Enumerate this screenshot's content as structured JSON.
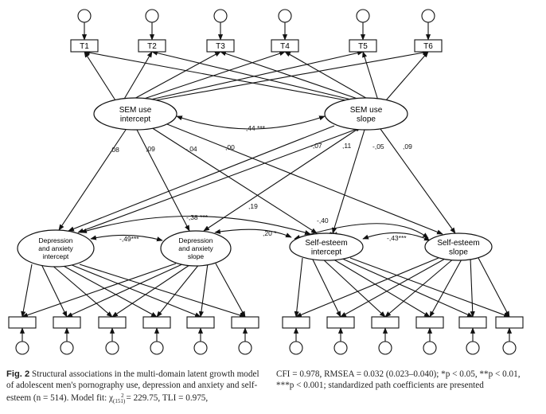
{
  "diagram": {
    "indicators_top": [
      "T1",
      "T2",
      "T3",
      "T4",
      "T5",
      "T6"
    ],
    "latents": {
      "sem_intercept": [
        "SEM use",
        "intercept"
      ],
      "sem_slope": [
        "SEM use",
        "slope"
      ],
      "dep_intercept": [
        "Depression",
        "and anxiety",
        "intercept"
      ],
      "dep_slope": [
        "Depression",
        "and anxiety",
        "slope"
      ],
      "se_intercept": [
        "Self-esteem",
        "intercept"
      ],
      "se_slope": [
        "Self-esteem",
        "slope"
      ]
    },
    "coefficients": {
      "sem_cov": "-,44 ***",
      "p_si_di": ",08",
      "p_si_ds": ",09",
      "p_si_sei": "-,04",
      "p_si_ses": ",00",
      "p_ss_di": "-,07",
      "p_ss_ds": ",11",
      "p_ss_sei": "-,05",
      "p_ss_ses": ",09",
      "cross_19": ",19",
      "cov_38": "-,38 ***",
      "cov_40": "-,40",
      "cov_40_stars": "***",
      "dep_cov": "-,49***",
      "cov_20": ",20 *",
      "se_cov": "-,43***"
    }
  },
  "caption": {
    "label": "Fig. 2",
    "left_text": "Structural associations in the multi-domain latent growth model of adolescent men's pornography use, depression and anxiety and self-esteem (n = 514). Model fit: χ",
    "chi_sub": "(151)",
    "chi_sup": "2",
    "left_tail": " = 229.75, TLI = 0.975,",
    "right_text": "CFI = 0.978, RMSEA = 0.032 (0.023–0.040); *p < 0.05, **p < 0.01, ***p < 0.001; standardized path coefficients are presented"
  }
}
